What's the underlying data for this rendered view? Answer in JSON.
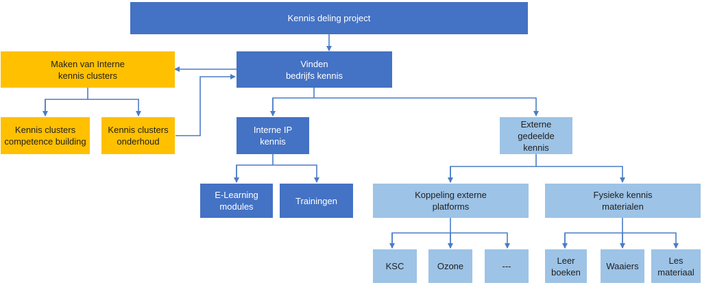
{
  "colors": {
    "dark_blue": "#4472c4",
    "light_blue": "#9dc3e6",
    "gold": "#ffc000",
    "connector": "#4a7cc6"
  },
  "nodes": {
    "root": "Kennis deling project",
    "vinden": "Vinden\nbedrijfs kennis",
    "maken": "Maken van Interne\nkennis clusters",
    "cluster_competence": "Kennis clusters\ncompetence building",
    "cluster_onderhoud": "Kennis clusters\nonderhoud",
    "interne_ip": "Interne IP\nkennis",
    "externe": "Externe\ngedeelde\nkennis",
    "elearning": "E-Learning\nmodules",
    "trainingen": "Trainingen",
    "koppeling": "Koppeling externe\nplatforms",
    "fysieke": "Fysieke kennis\nmaterialen",
    "ksc": "KSC",
    "ozone": "Ozone",
    "dashes": "---",
    "leer_boeken": "Leer\nboeken",
    "waaiers": "Waaiers",
    "les_materiaal": "Les\nmateriaal"
  }
}
